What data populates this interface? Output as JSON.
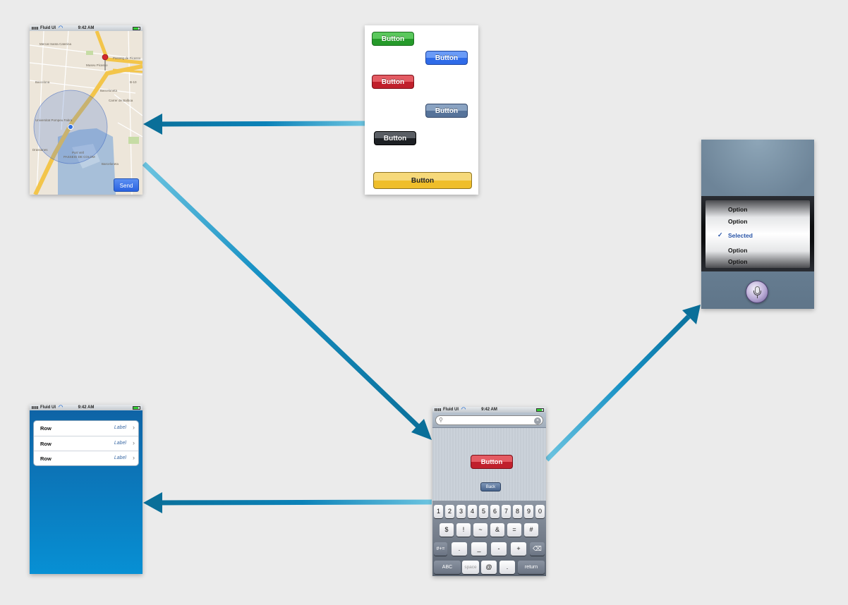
{
  "status_bar": {
    "carrier": "Fluid UI",
    "time": "9:42 AM"
  },
  "map_screen": {
    "send_button": "Send",
    "labels": [
      "Mercat Santa Caterina",
      "Museu Picasso",
      "Barcelona",
      "Barceloneta",
      "Drassanes",
      "Universitat Pompeu Fabra",
      "Port Vell",
      "PASSEIG DE COLOM",
      "Passeig de Picasso",
      "B-10",
      "Carrer de Balboa",
      "Barceloneta"
    ]
  },
  "buttons_screen": {
    "buttons": [
      {
        "label": "Button",
        "style": "green"
      },
      {
        "label": "Button",
        "style": "blue"
      },
      {
        "label": "Button",
        "style": "red"
      },
      {
        "label": "Button",
        "style": "steel"
      },
      {
        "label": "Button",
        "style": "black"
      },
      {
        "label": "Button",
        "style": "yellow"
      }
    ]
  },
  "picker_screen": {
    "options": [
      "Option",
      "Option",
      "Selected",
      "Option",
      "Option"
    ],
    "selected_index": 2,
    "check_mark": "✓"
  },
  "table_screen": {
    "rows": [
      {
        "title": "Row",
        "detail": "Label"
      },
      {
        "title": "Row",
        "detail": "Label"
      },
      {
        "title": "Row",
        "detail": "Label"
      }
    ]
  },
  "keyboard_screen": {
    "button_label": "Button",
    "back_label": "Back",
    "keyboard": {
      "row1": [
        "1",
        "2",
        "3",
        "4",
        "5",
        "6",
        "7",
        "8",
        "9",
        "0"
      ],
      "row2": [
        "$",
        "!",
        "~",
        "&",
        "=",
        "#"
      ],
      "row3": [
        "#+=",
        ".",
        "_",
        "-",
        "+",
        "⌫"
      ],
      "row4": [
        "ABC",
        "space",
        "@",
        ".",
        "return"
      ]
    }
  },
  "colors": {
    "background": "#ebebeb",
    "arrow_dark": "#0b78a6",
    "arrow_light": "#5bbad8"
  }
}
